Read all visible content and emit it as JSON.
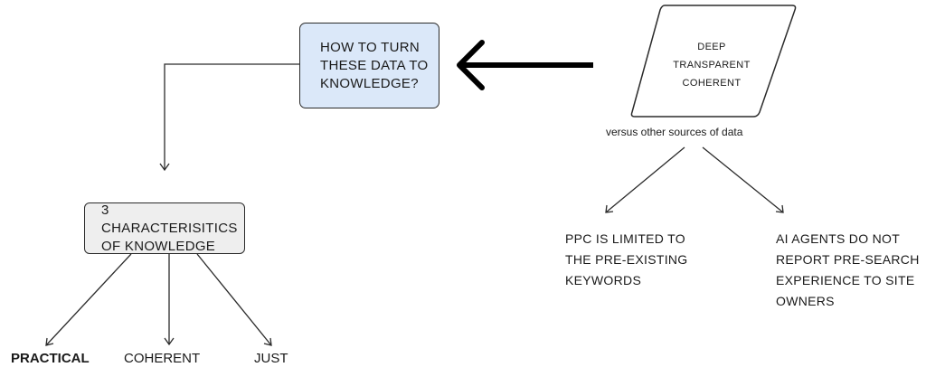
{
  "question_box": {
    "text": "HOW TO TURN\nTHESE DATA TO\nKNOWLEDGE?",
    "fill": "#dbe8f9"
  },
  "data_shape": {
    "text": "DEEP\nTRANSPARENT\nCOHERENT",
    "caption": "versus other sources of data"
  },
  "limitations": {
    "ppc": "PPC IS LIMITED TO\nTHE PRE-EXISTING\nKEYWORDS",
    "ai_agents": "AI AGENTS DO NOT\nREPORT PRE-SEARCH\nEXPERIENCE TO SITE\nOWNERS"
  },
  "characteristics_box": {
    "text": "3 CHARACTERISITICS\nOF KNOWLEDGE",
    "fill": "#eeeeee"
  },
  "characteristics": {
    "practical": "PRACTICAL",
    "coherent": "COHERENT",
    "just": "JUST"
  }
}
